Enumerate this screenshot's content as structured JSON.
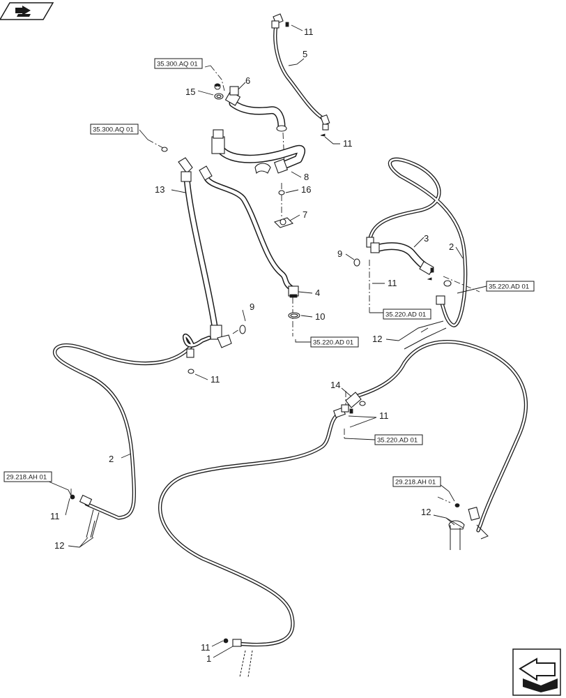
{
  "callouts": [
    {
      "id": "c-11a",
      "label": "11"
    },
    {
      "id": "c-5",
      "label": "5"
    },
    {
      "id": "c-6",
      "label": "6"
    },
    {
      "id": "c-15",
      "label": "15"
    },
    {
      "id": "c-11b",
      "label": "11"
    },
    {
      "id": "c-13",
      "label": "13"
    },
    {
      "id": "c-8",
      "label": "8"
    },
    {
      "id": "c-16",
      "label": "16"
    },
    {
      "id": "c-7",
      "label": "7"
    },
    {
      "id": "c-3",
      "label": "3"
    },
    {
      "id": "c-2a",
      "label": "2"
    },
    {
      "id": "c-9a",
      "label": "9"
    },
    {
      "id": "c-11c",
      "label": "11"
    },
    {
      "id": "c-4",
      "label": "4"
    },
    {
      "id": "c-9b",
      "label": "9"
    },
    {
      "id": "c-10",
      "label": "10"
    },
    {
      "id": "c-12a",
      "label": "12"
    },
    {
      "id": "c-11d",
      "label": "11"
    },
    {
      "id": "c-14",
      "label": "14"
    },
    {
      "id": "c-11e",
      "label": "11"
    },
    {
      "id": "c-2b",
      "label": "2"
    },
    {
      "id": "c-11f",
      "label": "11"
    },
    {
      "id": "c-12b",
      "label": "12"
    },
    {
      "id": "c-12c",
      "label": "12"
    },
    {
      "id": "c-11g",
      "label": "11"
    },
    {
      "id": "c-1",
      "label": "1"
    }
  ],
  "references": [
    {
      "id": "r-1",
      "label": "35.300.AQ 01"
    },
    {
      "id": "r-2",
      "label": "35.300.AQ 01"
    },
    {
      "id": "r-3",
      "label": "35.220.AD 01"
    },
    {
      "id": "r-4",
      "label": "35.220.AD 01"
    },
    {
      "id": "r-5",
      "label": "35.220.AD 01"
    },
    {
      "id": "r-6",
      "label": "35.220.AD 01"
    },
    {
      "id": "r-7",
      "label": "29.218.AH 01"
    },
    {
      "id": "r-8",
      "label": "29.218.AH 01"
    }
  ],
  "icons": {
    "top_left": "book-arrow-icon",
    "bottom_right": "next-page-arrow-icon"
  }
}
